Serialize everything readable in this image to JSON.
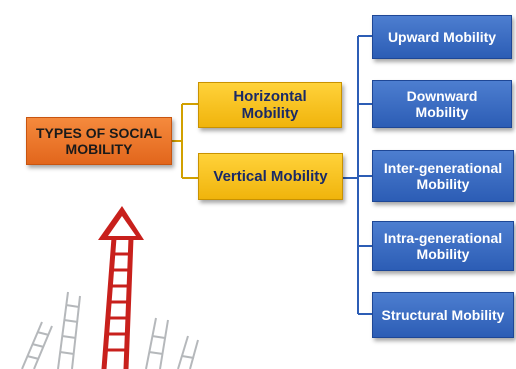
{
  "root": {
    "label_line1": "TYPES OF SOCIAL",
    "label_line2": "MOBILITY"
  },
  "branches": {
    "horizontal": {
      "line1": "Horizontal",
      "line2": "Mobility"
    },
    "vertical": {
      "label": "Vertical Mobility"
    }
  },
  "vertical_types": {
    "upward": {
      "label": "Upward Mobility"
    },
    "downward": {
      "line1": "Downward",
      "line2": "Mobility"
    },
    "inter": {
      "line1": "Inter-generational",
      "line2": "Mobility"
    },
    "intra": {
      "line1": "Intra-generational",
      "line2": "Mobility"
    },
    "structural": {
      "label": "Structural Mobility"
    }
  },
  "colors": {
    "root": "#e8702a",
    "branch": "#f5c21b",
    "leaf": "#3a6bc4",
    "connector": "#d1a000",
    "ladder": "#c8201c"
  },
  "illustration": {
    "name": "ladders-graphic"
  }
}
